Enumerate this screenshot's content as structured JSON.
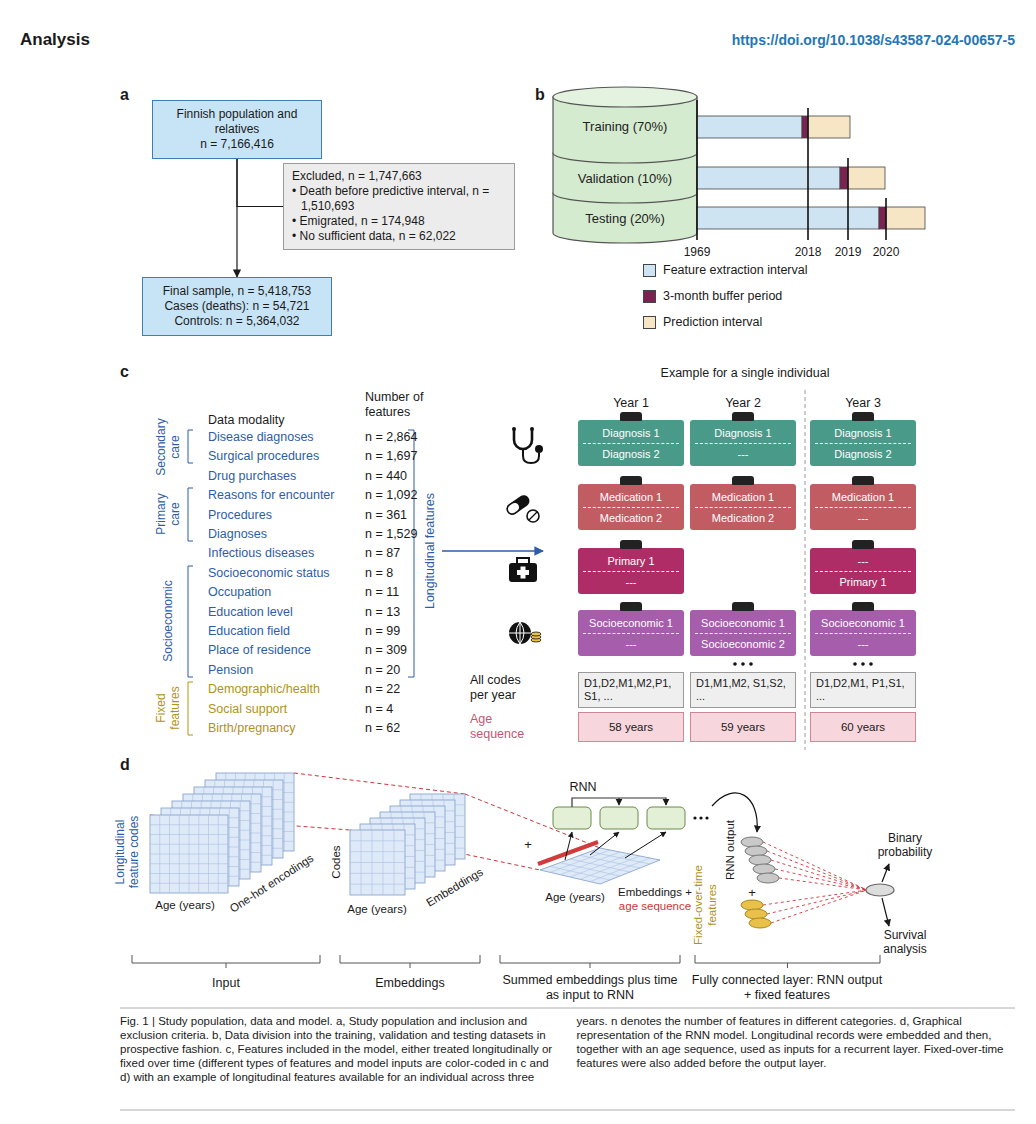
{
  "diagram": {
    "caption": "Fig. 1 | Study population, data and model. a, Study population and inclusion and exclusion criteria. b, Data division into the training, validation and testing datasets in prospective fashion. c, Features included in the model, either treated longitudinally or fixed over time (different types of features and model inputs are color-coded in c and d) with an example of longitudinal features available for an individual across three years. n denotes the number of features in different categories. d, Graphical representation of the RNN model. Longitudinal records were embedded and then, together with an age sequence, used as inputs for a recurrent layer. Fixed-over-time features were also added before the output layer.",
    "nodes": [
      {
        "text": [
          "Finnish population and relatives",
          "n = 7,166,416"
        ]
      },
      {
        "text": [
          "Excluded, n = 1,747,663",
          "• Death before predictive interval, n = 1,510,693",
          "• Emigrated, n = 174,948",
          "• No sufficient data, n = 62,022"
        ]
      },
      {
        "text": [
          "Final sample, n = 5,418,753",
          "Cases (deaths): n = 54,721",
          "Controls: n = 5,364,032"
        ]
      },
      {
        "text": [
          "Training (70%)"
        ]
      },
      {
        "text": [
          "Validation (10%)"
        ]
      },
      {
        "text": [
          "Testing (20%)"
        ]
      },
      {
        "text": [
          "Diagnosis 1",
          "Diagnosis 2"
        ]
      },
      {
        "text": [
          "Diagnosis 1",
          "---"
        ]
      },
      {
        "text": [
          "Diagnosis 1",
          "Diagnosis 2"
        ]
      },
      {
        "text": [
          "Medication 1",
          "Medication 2"
        ]
      },
      {
        "text": [
          "Medication 1",
          "Medication 2"
        ]
      },
      {
        "text": [
          "Medication 1",
          "---"
        ]
      },
      {
        "text": [
          "Primary 1",
          "---"
        ]
      },
      {
        "text": [
          "---",
          "Primary 1"
        ]
      },
      {
        "text": [
          "Socioeconomic 1",
          "---"
        ]
      },
      {
        "text": [
          "Socioeconomic 1",
          "Socioeconomic 2"
        ]
      },
      {
        "text": [
          "Socioeconomic 1",
          "---"
        ]
      },
      {
        "text": [
          "D1,D2,M1,M2,P1,S1, ..."
        ]
      },
      {
        "text": [
          "D1,M1,M2, S1,S2, ..."
        ]
      },
      {
        "text": [
          "D1,D2,M1, P1,S1, ..."
        ]
      },
      {
        "text": [
          "58 years"
        ]
      },
      {
        "text": [
          "59 years"
        ]
      },
      {
        "text": [
          "60 years"
        ]
      }
    ],
    "edges": [
      {
        "from": 0,
        "to": 2,
        "arrow": "to"
      },
      {
        "from": 0,
        "to": 1,
        "arrow": "none"
      }
    ],
    "labels": [
      "Analysis",
      "https://doi.org/10.1038/s43587-024-00657-5",
      "a",
      "b",
      "1969",
      "2018",
      "2019",
      "2020",
      "c",
      "Example for a single individual",
      "Data modality",
      "Number of features",
      "Secondary care",
      "Primary care",
      "Socioeconomic",
      "Fixed features",
      "Disease diagnoses",
      "n = 2,864",
      "Surgical procedures",
      "n = 1,697",
      "Drug purchases",
      "n = 440",
      "Reasons for encounter",
      "n = 1,092",
      "Procedures",
      "n = 361",
      "Diagnoses",
      "n = 1,529",
      "Infectious diseases",
      "n = 87",
      "Socioeconomic status",
      "n = 8",
      "Occupation",
      "n = 11",
      "Education level",
      "n = 13",
      "Education field",
      "n = 99",
      "Place of residence",
      "n = 309",
      "Pension",
      "n = 20",
      "Demographic/health",
      "n = 22",
      "Social support",
      "n = 4",
      "Birth/pregnancy",
      "n = 62",
      "Longitudinal features",
      "Year 1",
      "Year 2",
      "Year 3",
      "All codes per year",
      "Age sequence",
      "d",
      "Longitudinal feature codes",
      "One-hot encodings",
      "Age (years)",
      "Codes",
      "Age (years)",
      "Embeddings",
      "RNN",
      "+",
      "Age (years)",
      "Embeddings +",
      "age sequence",
      "RNN output",
      "Fixed-over-time features",
      "+",
      "Binary probability",
      "Survival analysis",
      "Input",
      "Embeddings",
      "Summed embeddings plus time as input to RNN",
      "Fully connected layer: RNN output + fixed features"
    ],
    "legend": [
      {
        "text": "Feature extraction interval",
        "color": "#cfe4f3"
      },
      {
        "text": "3-month buffer period",
        "color": "#7b2252"
      },
      {
        "text": "Prediction interval",
        "color": "#f6e6c5"
      }
    ]
  }
}
